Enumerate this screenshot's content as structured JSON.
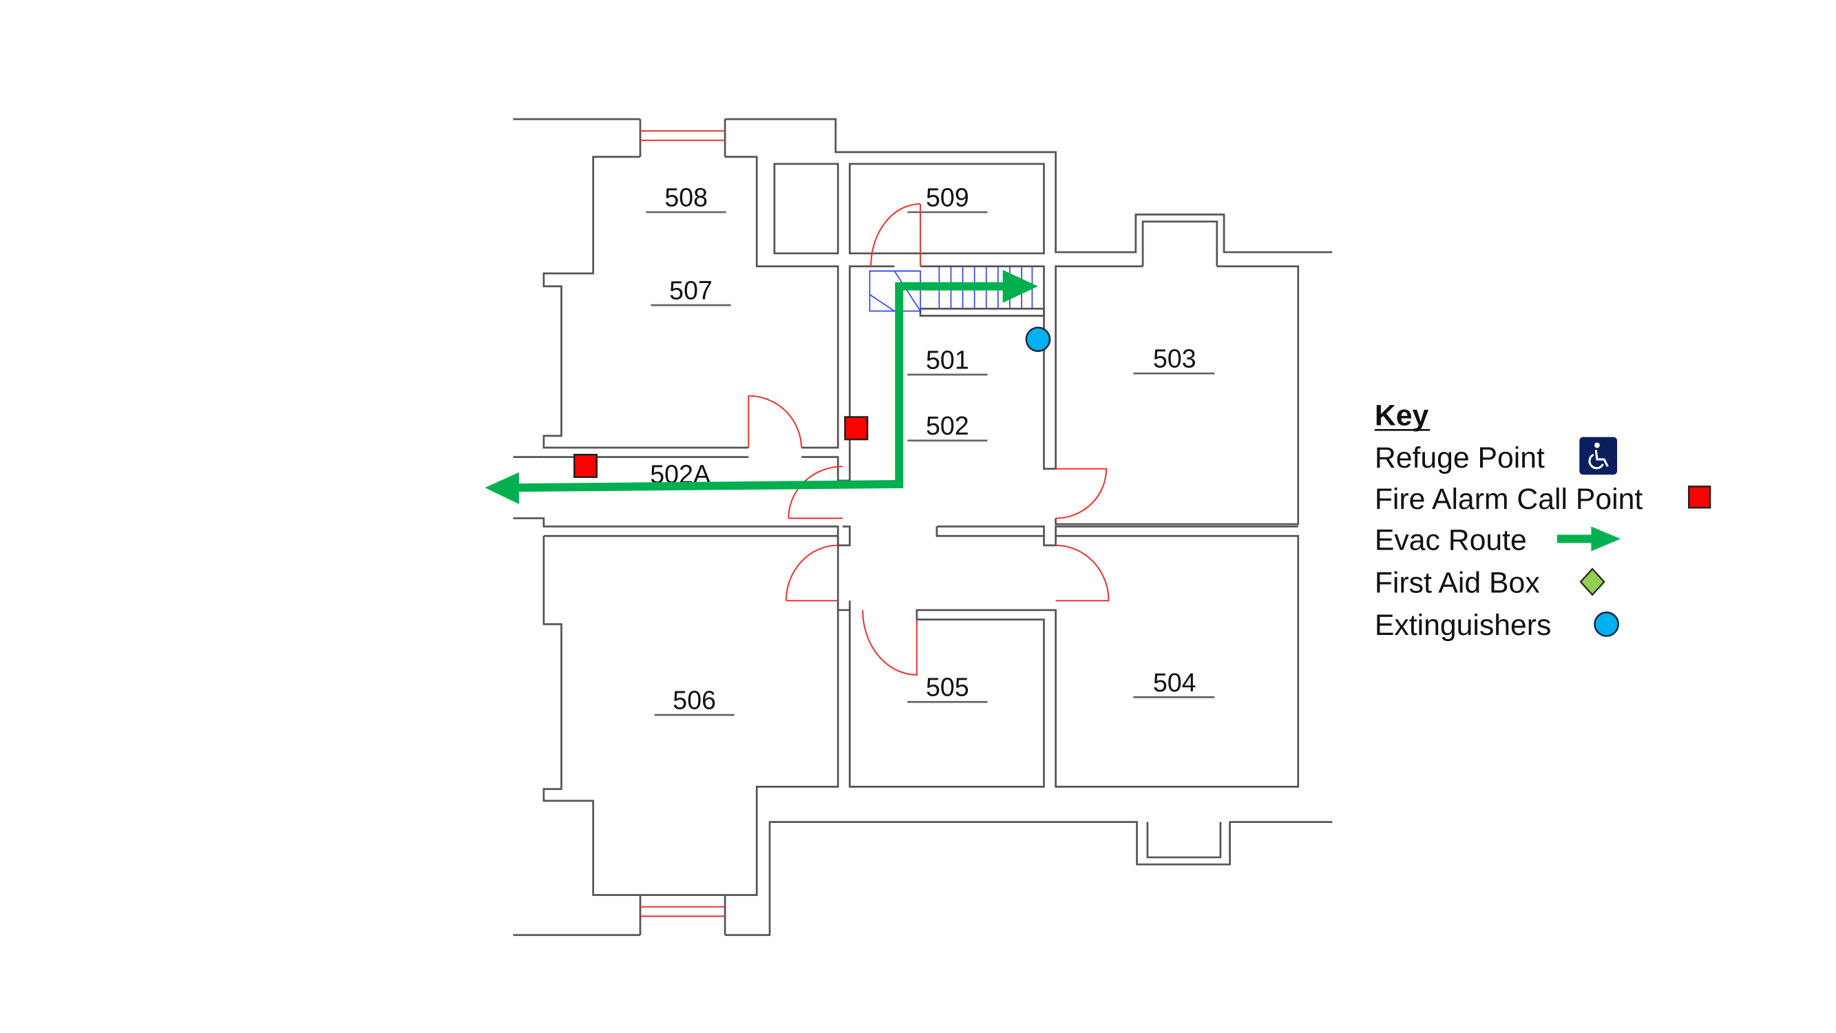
{
  "rooms": {
    "r508": "508",
    "r507": "507",
    "r509": "509",
    "r501": "501",
    "r502": "502",
    "r502a": "502A",
    "r503": "503",
    "r504": "504",
    "r505": "505",
    "r506": "506"
  },
  "legend": {
    "title": "Key",
    "items": [
      {
        "label": "Refuge Point",
        "icon": "wheelchair-icon",
        "color": "#0a1f5c"
      },
      {
        "label": "Fire Alarm Call Point",
        "icon": "red-square-icon",
        "color": "#ff0000"
      },
      {
        "label": "Evac Route",
        "icon": "green-arrow-icon",
        "color": "#00b050"
      },
      {
        "label": "First Aid Box",
        "icon": "green-diamond-icon",
        "color": "#92d050"
      },
      {
        "label": "Extinguishers",
        "icon": "blue-circle-icon",
        "color": "#00b0f0"
      }
    ]
  }
}
